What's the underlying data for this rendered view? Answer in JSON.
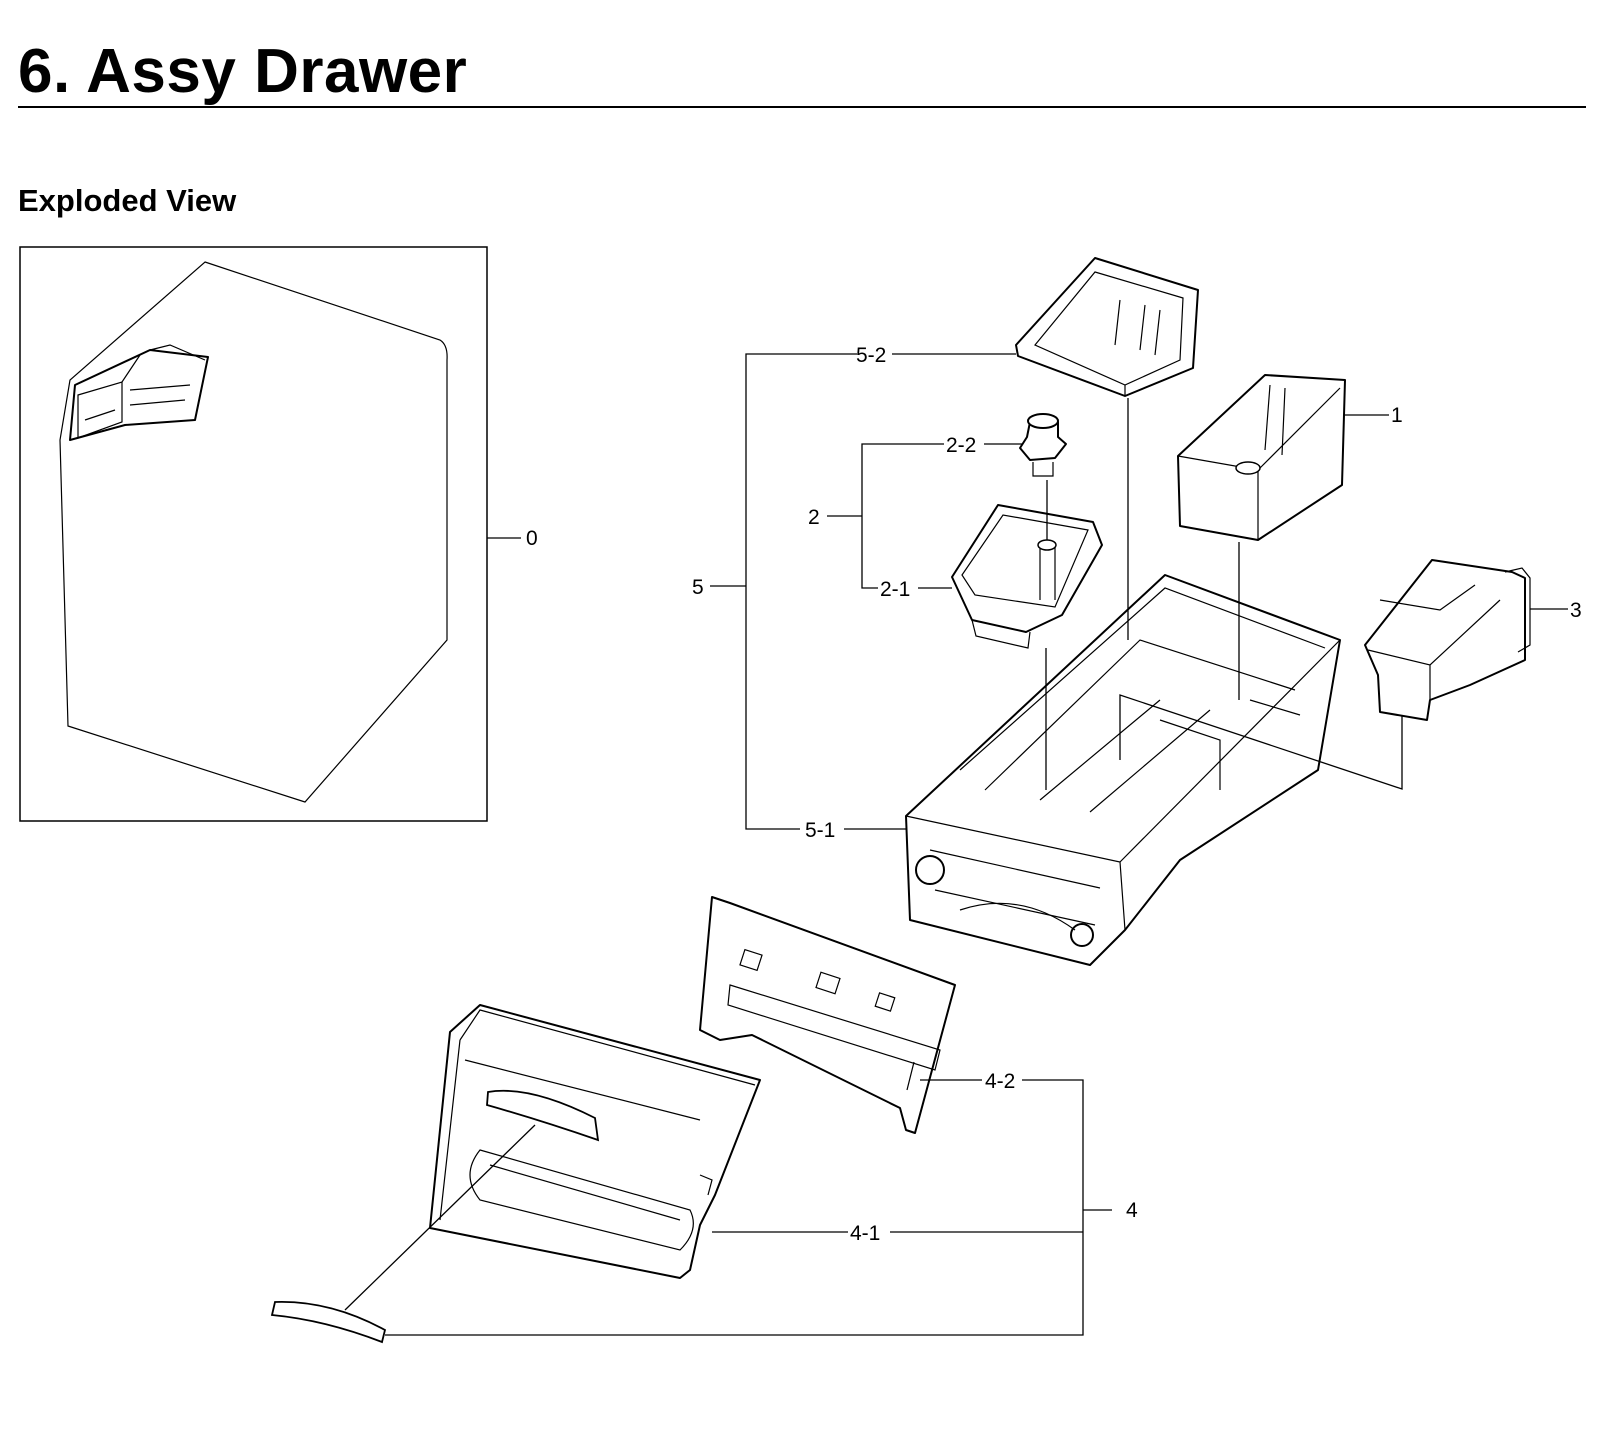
{
  "header": {
    "title": "6.  Assy Drawer",
    "section": "Exploded View"
  },
  "callouts": {
    "c0": "0",
    "c1": "1",
    "c2": "2",
    "c2_1": "2-1",
    "c2_2": "2-2",
    "c3": "3",
    "c4": "4",
    "c4_1": "4-1",
    "c4_2": "4-2",
    "c5": "5",
    "c5_1": "5-1",
    "c5_2": "5-2"
  }
}
